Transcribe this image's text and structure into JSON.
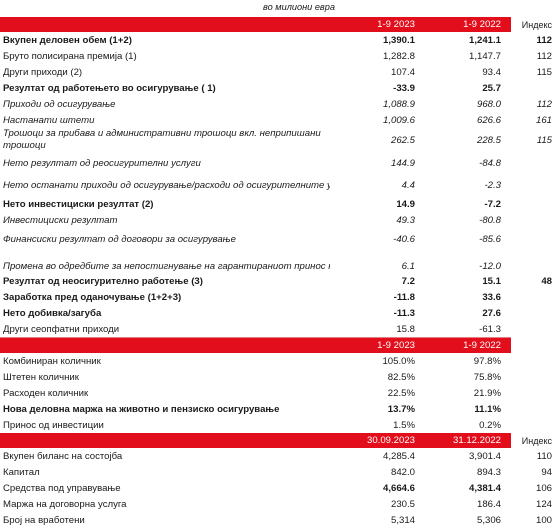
{
  "units": "во милиони евра",
  "section1": {
    "col1": "1-9 2023",
    "col2": "1-9 2022",
    "col3": "Индекс",
    "rows": [
      {
        "label": "Вкупен деловен обем (1+2)",
        "v1": "1,390.1",
        "v2": "1,241.1",
        "idx": "112",
        "style": "b"
      },
      {
        "label": "Бруто полисирана премија (1)",
        "v1": "1,282.8",
        "v2": "1,147.7",
        "idx": "112",
        "style": ""
      },
      {
        "label": "Други приходи (2)",
        "v1": "107.4",
        "v2": "93.4",
        "idx": "115",
        "style": ""
      },
      {
        "label": "Резултат од работењето во осигурување ( 1)",
        "v1": "-33.9",
        "v2": "25.7",
        "idx": "",
        "style": "b"
      },
      {
        "label": "Приходи од осигурување",
        "v1": "1,088.9",
        "v2": "968.0",
        "idx": "112",
        "style": "i"
      },
      {
        "label": "Настанати штети",
        "v1": "1,009.6",
        "v2": "626.6",
        "idx": "161",
        "style": "i"
      },
      {
        "label": "Трошоци за прибава и административни трошоци вкл. неприпишани трошоци",
        "v1": "262.5",
        "v2": "228.5",
        "idx": "115",
        "style": "i w t"
      },
      {
        "label": "Нето резултат од реосигурителни услуги",
        "v1": "144.9",
        "v2": "-84.8",
        "idx": "",
        "style": "i t"
      },
      {
        "label": "Нето останати приходи од осигурување/расходи од осигурителните услуги",
        "v1": "4.4",
        "v2": "-2.3",
        "idx": "",
        "style": "i t"
      },
      {
        "label": "Нето инвестициски резултат (2)",
        "v1": "14.9",
        "v2": "-7.2",
        "idx": "",
        "style": "b"
      },
      {
        "label": "Инвестициски резултат",
        "v1": "49.3",
        "v2": "-80.8",
        "idx": "",
        "style": "i"
      },
      {
        "label": "Финансиски резултат од договори за осигурување",
        "v1": "-40.6",
        "v2": "-85.6",
        "idx": "",
        "style": "i t"
      },
      {
        "label": "Промена во одредбите за непостигнување на гарантираниот принос на SVPI",
        "v1": "6.1",
        "v2": "-12.0",
        "idx": "",
        "style": "i t low"
      },
      {
        "label": "Резултат од неосигурително работење (3)",
        "v1": "7.2",
        "v2": "15.1",
        "idx": "48",
        "style": "b"
      },
      {
        "label": "Заработка пред оданочување (1+2+3)",
        "v1": "-11.8",
        "v2": "33.6",
        "idx": "",
        "style": "b"
      },
      {
        "label": "Нето добивка/загуба",
        "v1": "-11.3",
        "v2": "27.6",
        "idx": "",
        "style": "b"
      },
      {
        "label": "Други сеопфатни приходи",
        "v1": "15.8",
        "v2": "-61.3",
        "idx": "",
        "style": ""
      }
    ]
  },
  "section2": {
    "col1": "1-9 2023",
    "col2": "1-9 2022",
    "rows": [
      {
        "label": "Комбиниран количник",
        "v1": "105.0%",
        "v2": "97.8%",
        "style": ""
      },
      {
        "label": "Штетен количник",
        "v1": "82.5%",
        "v2": "75.8%",
        "style": ""
      },
      {
        "label": "Расходен количник",
        "v1": "22.5%",
        "v2": "21.9%",
        "style": ""
      },
      {
        "label": "Нова деловна маржа на животно и пензиско осигурување",
        "v1": "13.7%",
        "v2": "11.1%",
        "style": "b"
      },
      {
        "label": "Принос од инвестиции",
        "v1": "1.5%",
        "v2": "0.2%",
        "style": ""
      }
    ]
  },
  "section3": {
    "col1": "30.09.2023",
    "col2": "31.12.2022",
    "col3": "Индекс",
    "rows": [
      {
        "label": "Вкупен биланс на состојба",
        "v1": "4,285.4",
        "v2": "3,901.4",
        "idx": "110",
        "style": ""
      },
      {
        "label": "Капитал",
        "v1": "842.0",
        "v2": "894.3",
        "idx": "94",
        "style": ""
      },
      {
        "label": "Средства под управување",
        "v1": "4,664.6",
        "v2": "4,381.4",
        "idx": "106",
        "style": "b2"
      },
      {
        "label": "Маржа на договорна услуга",
        "v1": "230.5",
        "v2": "186.4",
        "idx": "124",
        "style": ""
      },
      {
        "label": "Број на вработени",
        "v1": "5,314",
        "v2": "5,306",
        "idx": "100",
        "style": ""
      }
    ]
  }
}
